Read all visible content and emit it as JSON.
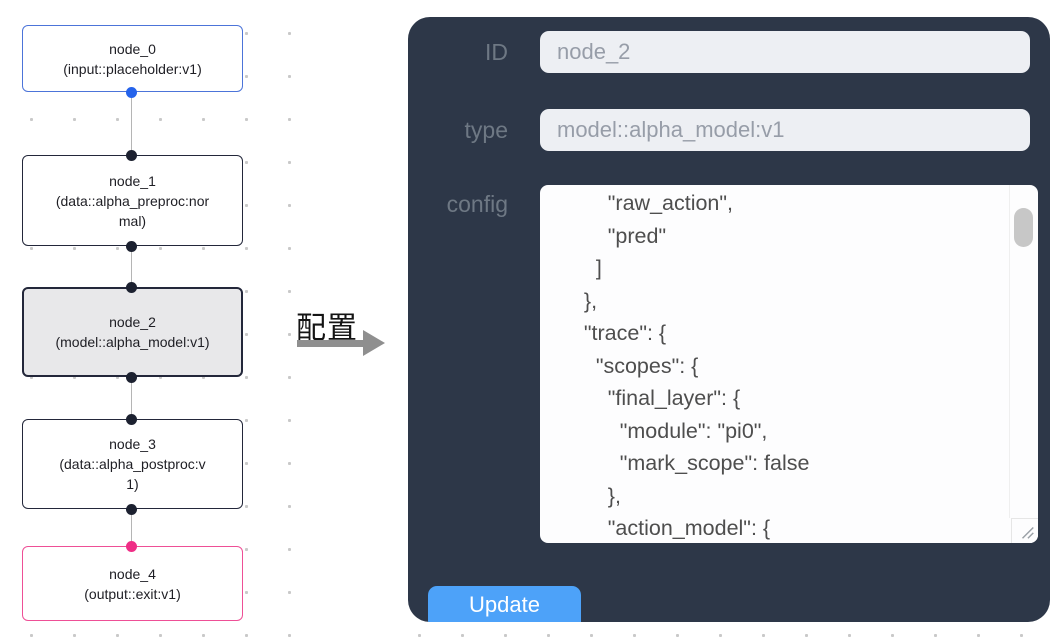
{
  "flow": {
    "nodes": [
      {
        "title": "node_0",
        "subtitle": "(input::placeholder:v1)",
        "role": "input"
      },
      {
        "title": "node_1",
        "subtitle": "(data::alpha_preproc:normal)",
        "role": "data"
      },
      {
        "title": "node_2",
        "subtitle": "(model::alpha_model:v1)",
        "role": "model",
        "state": "selected"
      },
      {
        "title": "node_3",
        "subtitle": "(data::alpha_postproc:v1)",
        "role": "data"
      },
      {
        "title": "node_4",
        "subtitle": "(output::exit:v1)",
        "role": "output"
      }
    ]
  },
  "transition": {
    "arrow_label": "配置"
  },
  "panel": {
    "id_label": "ID",
    "id_value": "node_2",
    "type_label": "type",
    "type_value": "model::alpha_model:v1",
    "config_label": "config",
    "config_text": "        \"raw_action\",\n        \"pred\"\n      ]\n    },\n    \"trace\": {\n      \"scopes\": {\n        \"final_layer\": {\n          \"module\": \"pi0\",\n          \"mark_scope\": false\n        },\n        \"action_model\": {",
    "update_label": "Update"
  },
  "colors": {
    "panel_bg": "#2d3748",
    "button_blue": "#4da2f9",
    "input_node_border": "#4c74d9",
    "input_port_dot": "#2563eb",
    "output_node_border": "#ee4f96",
    "output_port_dot": "#ef2e86",
    "default_node_border": "#23273a",
    "selected_node_bg": "#e8e8ea",
    "field_label_gray": "#6e7884",
    "input_bg": "#edeff3"
  }
}
